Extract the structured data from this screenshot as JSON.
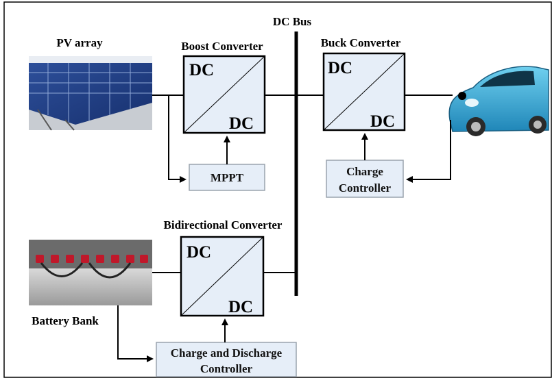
{
  "title_text": "DC Bus",
  "blocks": {
    "pv_array": {
      "label": "PV array"
    },
    "boost_converter": {
      "label": "Boost Converter",
      "in": "DC",
      "out": "DC"
    },
    "buck_converter": {
      "label": "Buck Converter",
      "in": "DC",
      "out": "DC"
    },
    "bidirectional_converter": {
      "label": "Bidirectional Converter",
      "in": "DC",
      "out": "DC"
    },
    "mppt": {
      "label": "MPPT"
    },
    "charge_controller": {
      "line1": "Charge",
      "line2": "Controller"
    },
    "battery_bank": {
      "label": "Battery Bank"
    },
    "charge_discharge_controller": {
      "line1": "Charge and Discharge",
      "line2": "Controller"
    }
  },
  "colors": {
    "converter_fill": "#e6eef8",
    "controller_fill": "#e6eef8",
    "line": "#000000"
  }
}
